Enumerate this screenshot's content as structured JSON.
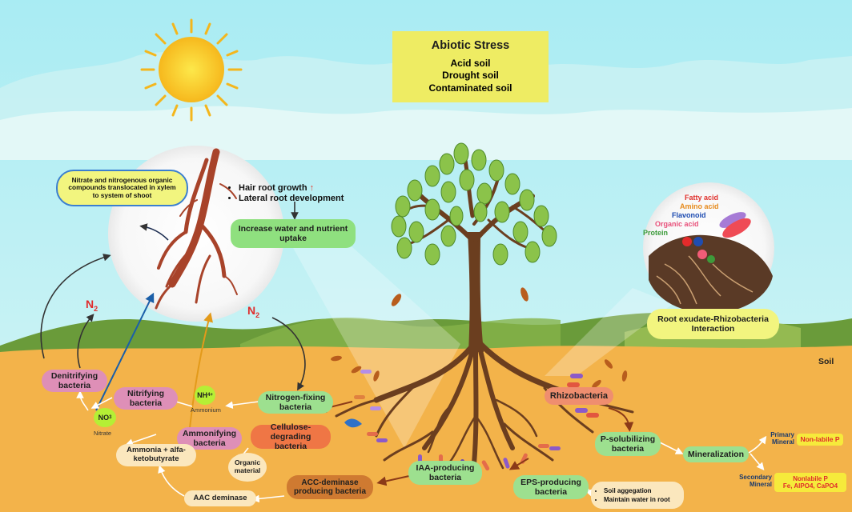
{
  "abiotic": {
    "title": "Abiotic Stress",
    "items": [
      "Acid soil",
      "Drought soil",
      "Contaminated soil"
    ]
  },
  "callouts": {
    "nitrate_xylem": "Nitrate and nitrogenous organic compounds translocated in xylem to system of shoot",
    "hair_root": "Hair root growth",
    "up_arrow": "↑",
    "lateral_root": "Lateral root development",
    "increase_uptake": "Increase water and nutrient uptake",
    "root_exudate": "Root exudate-Rhizobacteria Interaction"
  },
  "exudates": {
    "fatty_acid": "Fatty acid",
    "amino_acid": "Amino acid",
    "flavonoid": "Flavonoid",
    "organic_acid": "Organic acid",
    "protein": "Protein"
  },
  "soil_label": "Soil",
  "nitrogen": {
    "n2_left": "N",
    "n2_right": "N",
    "sub2": "2",
    "nh4": "NH",
    "nh4_sub": "4",
    "nh4_sup": "+",
    "ammonium": "Ammonium",
    "no3": "NO",
    "no3_sub": "3",
    "nitrate": "Nitrate"
  },
  "bacteria": {
    "denitrifying": "Denitrifying bacteria",
    "nitrifying": "Nitrifying bacteria",
    "nitrogen_fixing": "Nitrogen-fixing bacteria",
    "ammonifying": "Ammonifying bacteria",
    "cellulose": "Cellulose-degrading bacteria",
    "organic_material": "Organic material",
    "ammonia_alfa": "Ammonia + alfa-ketobutyrate",
    "aac": "AAC deminase",
    "acc_producing": "ACC-deminase producing bacteria",
    "iaa": "IAA-producing bacteria",
    "eps": "EPS-producing bacteria",
    "rhizobacteria": "Rhizobacteria",
    "p_solubilizing": "P-solubilizing bacteria",
    "mineralization": "Mineralization"
  },
  "eps_effects": [
    "Soil aggegation",
    "Maintain water in root"
  ],
  "minerals": {
    "primary": "Primary Mineral",
    "non_labile": "Non-labile P",
    "secondary": "Secondary Mineral",
    "nonlabile_p": "Nonlabile P",
    "compounds": "Fe, AlPO4, CaPO4"
  },
  "colors": {
    "sky_top": "#a9ecf3",
    "soil": "#f3b34a",
    "grass": "#6a9b3a",
    "pink": "#de8fb7",
    "green_pill": "#9de08f",
    "orange_pill": "#ef7645",
    "cream": "#fbe7bd",
    "yellow_box": "#eeec63"
  }
}
